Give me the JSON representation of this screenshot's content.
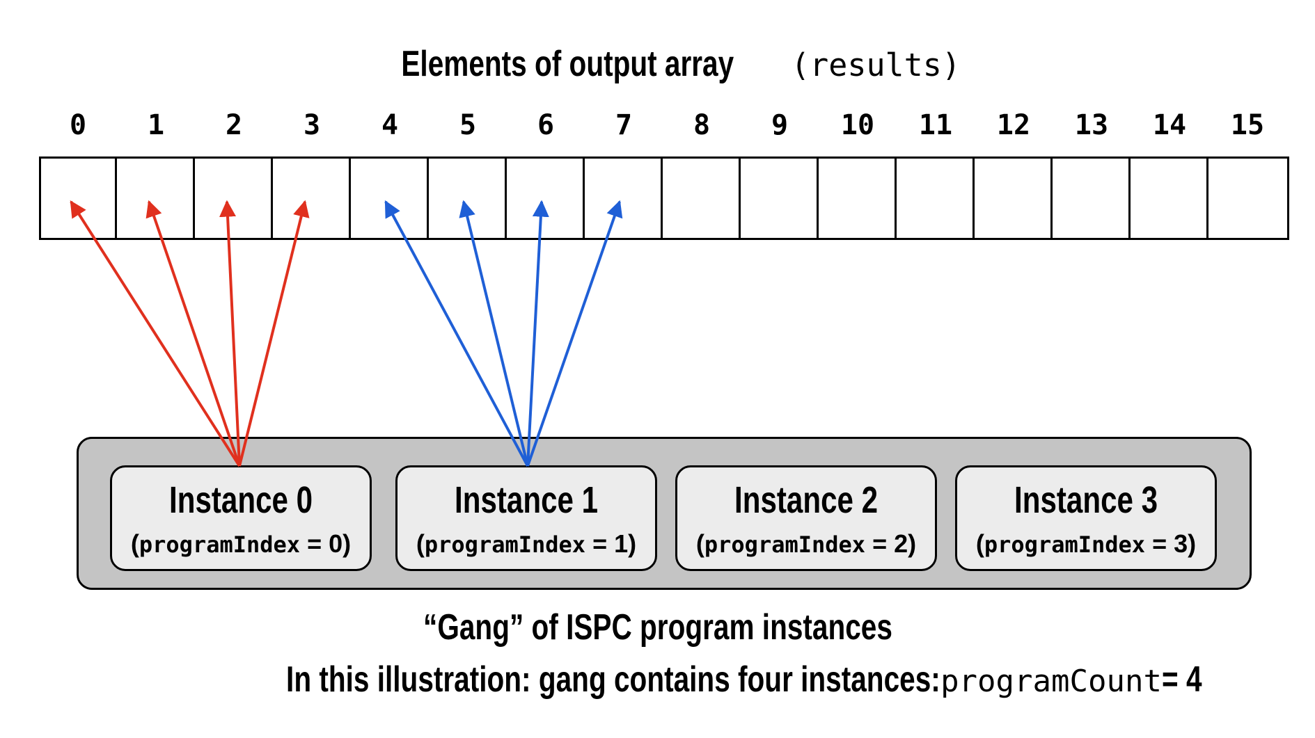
{
  "title": {
    "text": "Elements of output array",
    "code": "(results)"
  },
  "array": {
    "indices": [
      "0",
      "1",
      "2",
      "3",
      "4",
      "5",
      "6",
      "7",
      "8",
      "9",
      "10",
      "11",
      "12",
      "13",
      "14",
      "15"
    ]
  },
  "gang": {
    "instances": [
      {
        "title": "Instance 0",
        "sub_open": "(",
        "sub_code": "programIndex",
        "sub_rest": " = 0)"
      },
      {
        "title": "Instance 1",
        "sub_open": "(",
        "sub_code": "programIndex",
        "sub_rest": " = 1)"
      },
      {
        "title": "Instance 2",
        "sub_open": "(",
        "sub_code": "programIndex",
        "sub_rest": " = 2)"
      },
      {
        "title": "Instance 3",
        "sub_open": "(",
        "sub_code": "programIndex",
        "sub_rest": " = 3)"
      }
    ]
  },
  "arrows": {
    "instance0_color": "#e0301e",
    "instance1_color": "#1f5fd6",
    "instance0_targets": [
      0,
      1,
      2,
      3
    ],
    "instance1_targets": [
      4,
      5,
      6,
      7
    ]
  },
  "captions": {
    "line1": "“Gang” of ISPC program instances",
    "line2_text": "In this illustration: gang contains four instances: ",
    "line2_code": "programCount",
    "line2_rest": " = 4"
  }
}
